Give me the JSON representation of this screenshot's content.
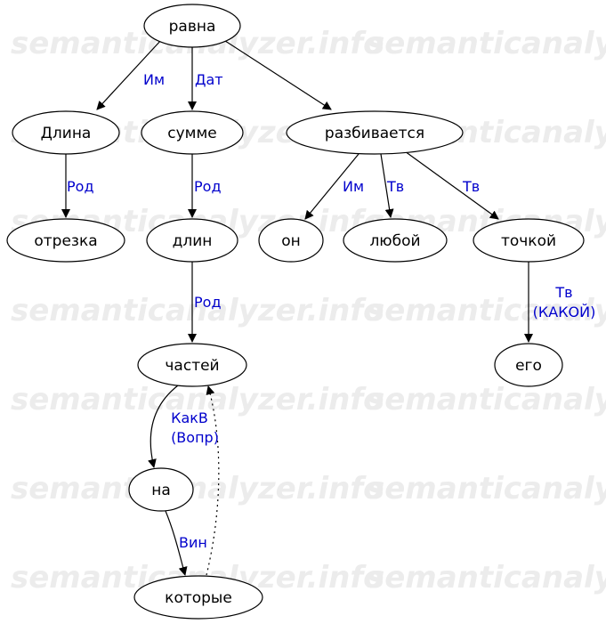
{
  "watermark": "semanticanalyzer.info",
  "nodes": {
    "ravna": "равна",
    "dlina": "Длина",
    "summe": "сумме",
    "razbivaetsya": "разбивается",
    "otrezka": "отрезка",
    "dlin": "длин",
    "on": "он",
    "lyuboy": "любой",
    "tochkoy": "точкой",
    "chastey": "частей",
    "ego": "его",
    "na": "на",
    "kotorye": "которые"
  },
  "edges": {
    "ravna_dlina": "Им",
    "ravna_summe": "Дат",
    "dlina_otrezka": "Род",
    "summe_dlin": "Род",
    "dlin_chastey": "Род",
    "razb_on": "Им",
    "razb_lyuboy": "Тв",
    "razb_tochkoy": "Тв",
    "tochkoy_ego_1": "Тв",
    "tochkoy_ego_2": "(КАКОЙ)",
    "chastey_na_1": "КакВ",
    "chastey_na_2": "(Вопр)",
    "na_kotorye": "Вин"
  }
}
